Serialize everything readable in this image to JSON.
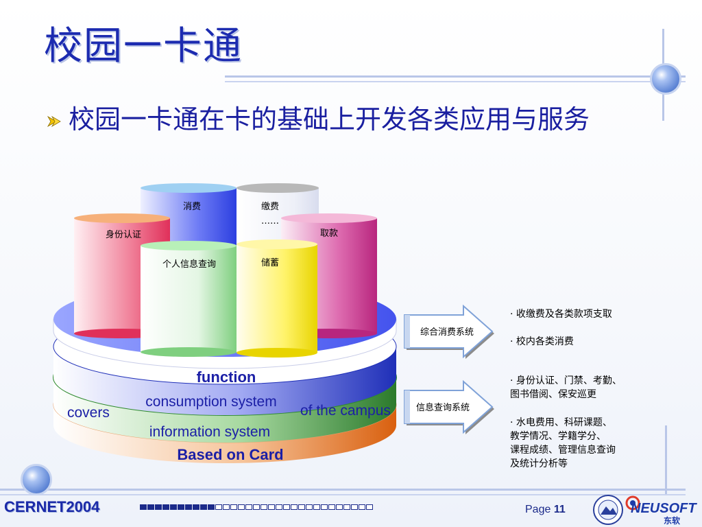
{
  "slide": {
    "title": "校园一卡通",
    "bullet": "校园一卡通在卡的基础上开发各类应用与服务"
  },
  "diagram": {
    "cylinders": {
      "consume": "消费",
      "pay": "缴费",
      "pay_more": "……",
      "identity": "身份认证",
      "withdraw": "取款",
      "personal_query": "个人信息查询",
      "savings": "储蓄"
    },
    "layers": {
      "function": "function",
      "consumption": "consumption system",
      "covers": "covers",
      "campus": "of the campus",
      "information": "information system",
      "base": "Based on Card"
    },
    "systems": [
      {
        "label": "综合消费系统",
        "items": [
          "· 收缴费及各类款项支取",
          "· 校内各类消费"
        ]
      },
      {
        "label": "信息查询系统",
        "items": [
          "· 身份认证、门禁、考勤、\n图书借阅、保安巡更",
          "· 水电费用、科研课题、\n教学情况、学籍学分、\n课程成绩、管理信息查询\n及统计分析等"
        ]
      }
    ]
  },
  "footer": {
    "left": "CERNET2004",
    "page_label": "Page",
    "page_number": "11",
    "brand": "NEUSOFT",
    "brand_cn": "东软"
  },
  "progress": {
    "filled_segments": 10,
    "total_segments": 31
  },
  "colors": {
    "title": "#1c2bb0",
    "accent_blue": "#5a6cf0",
    "accent_green": "#2e8a2e",
    "accent_orange": "#e26a18",
    "frame": "#b9c6e8"
  }
}
